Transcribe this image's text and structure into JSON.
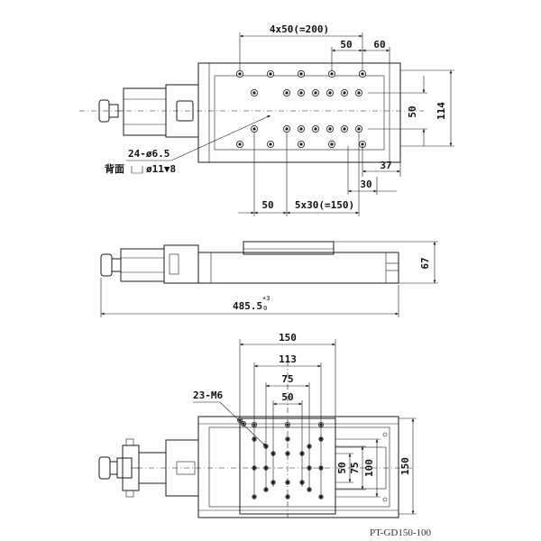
{
  "drawing": {
    "model": "PT-GD150-100",
    "top_view": {
      "dim_4x50": "4x50(=200)",
      "dim_50_top": "50",
      "dim_60": "60",
      "dim_50_right": "50",
      "dim_114": "114",
      "dim_37": "37",
      "dim_30": "30",
      "dim_50_bottom": "50",
      "dim_5x30": "5x30(=150)",
      "hole_callout": "24-ø6.5",
      "counterbore_prefix": "背面",
      "counterbore_spec": "ø11▼8"
    },
    "side_view": {
      "dim_67": "67",
      "dim_485": "485.5",
      "tol_upper": "+3",
      "tol_lower": "0"
    },
    "table_view": {
      "dim_150_top": "150",
      "dim_113": "113",
      "dim_75_top": "75",
      "dim_50_top": "50",
      "tap_callout": "23-M6",
      "dim_50_right": "50",
      "dim_75_right": "75",
      "dim_100_right": "100",
      "dim_150_right": "150"
    }
  }
}
